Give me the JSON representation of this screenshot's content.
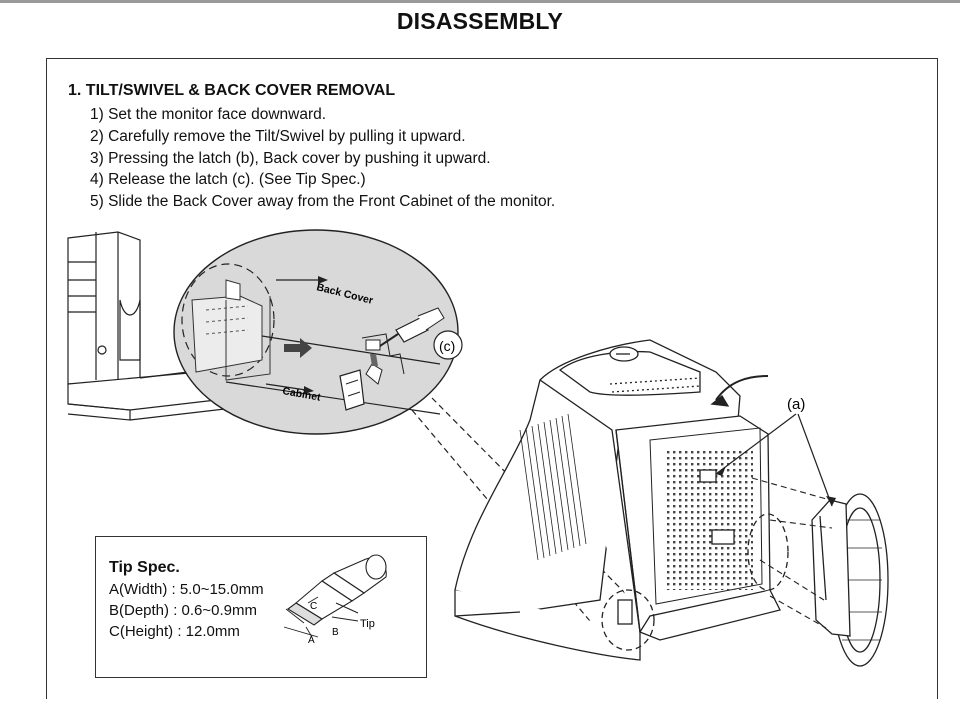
{
  "page": {
    "title": "DISASSEMBLY"
  },
  "section": {
    "heading": "1. TILT/SWIVEL & BACK COVER REMOVAL",
    "steps": [
      "1) Set the monitor face downward.",
      "2) Carefully remove the Tilt/Swivel by pulling it upward.",
      "3) Pressing the latch (b), Back cover by pushing it upward.",
      "4) Release the latch (c). (See Tip Spec.)",
      "5) Slide the Back Cover away from the Front Cabinet of the monitor."
    ]
  },
  "illustration": {
    "labels": {
      "back_cover": "Back Cover",
      "cabinet": "Cabinet",
      "callout_c": "(c)",
      "callout_a": "(a)"
    }
  },
  "tip_spec": {
    "title": "Tip Spec.",
    "width": "A(Width) : 5.0~15.0mm",
    "depth": "B(Depth) : 0.6~0.9mm",
    "height": "C(Height) : 12.0mm",
    "label_tip": "Tip",
    "label_a": "A",
    "label_b": "B",
    "label_c": "C"
  }
}
